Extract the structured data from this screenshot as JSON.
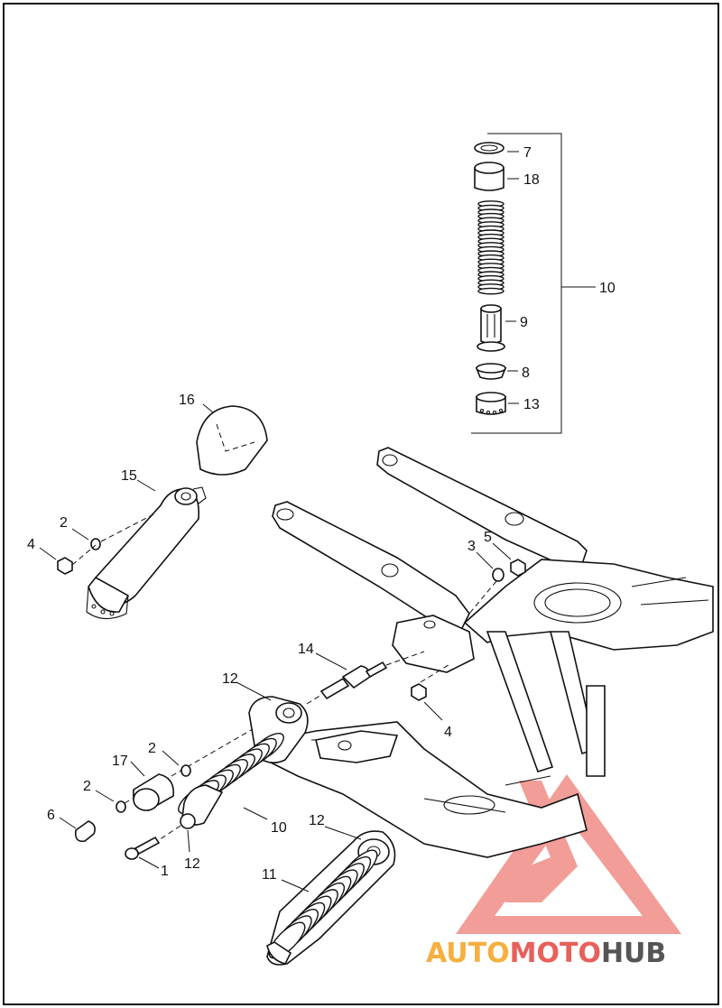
{
  "callouts": {
    "c7": "7",
    "c18": "18",
    "c10_assembly": "10",
    "c9": "9",
    "c8": "8",
    "c13": "13",
    "c16": "16",
    "c15": "15",
    "c2_top": "2",
    "c4_left": "4",
    "c3": "3",
    "c5": "5",
    "c14": "14",
    "c12_top": "12",
    "c4_right": "4",
    "c17": "17",
    "c2_mid": "2",
    "c2_low": "2",
    "c6": "6",
    "c10_shock": "10",
    "c12_lower": "12",
    "c1": "1",
    "c12_bottom": "12",
    "c11": "11"
  },
  "watermark": {
    "part_auto": "AUTO",
    "part_moto": "MOTO",
    "part_hub": "HUB",
    "colors": {
      "logo": "#e8605a",
      "auto": "#f5b041",
      "moto": "#e8605a",
      "hub": "#555555"
    }
  }
}
